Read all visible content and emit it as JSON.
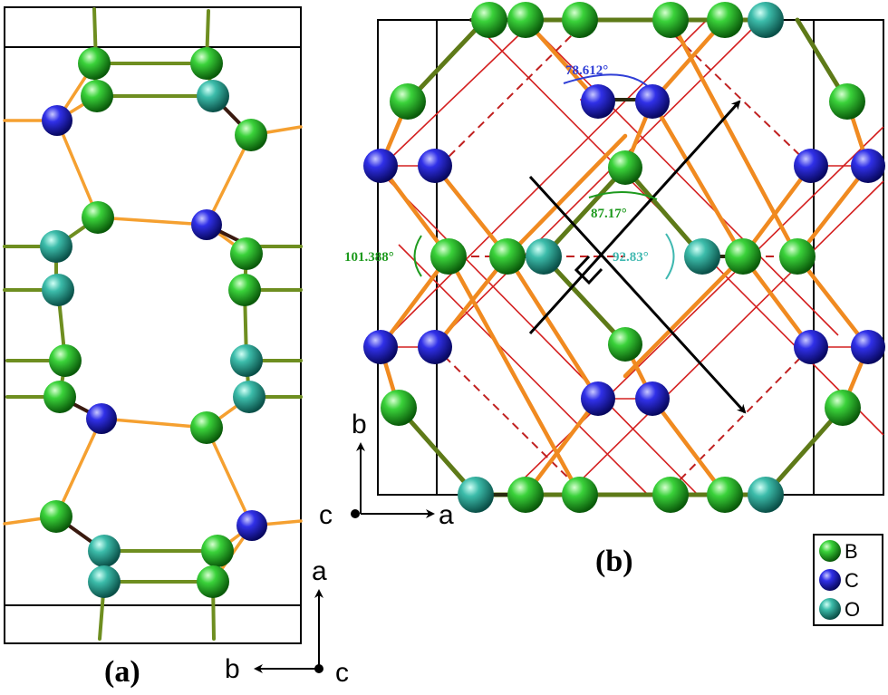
{
  "panels": {
    "a": {
      "label": "(a)",
      "axes": {
        "vertical": "a",
        "horizontal": "b",
        "out_of_plane": "c"
      }
    },
    "b": {
      "label": "(b)",
      "axes": {
        "vertical": "b",
        "horizontal": "a",
        "out_of_plane": "c"
      }
    }
  },
  "angles": [
    {
      "text": "78.612°",
      "color": "#2f3ed6"
    },
    {
      "text": "87.17°",
      "color": "#1e9a1e"
    },
    {
      "text": "101.388°",
      "color": "#1e9a1e"
    },
    {
      "text": "92.83°",
      "color": "#3fb8b0"
    }
  ],
  "legend": [
    {
      "label": "B",
      "element": "boron",
      "color": "#22c322"
    },
    {
      "label": "C",
      "element": "carbon",
      "color": "#2a2ae0"
    },
    {
      "label": "O",
      "element": "oxygen",
      "color": "#3ab7a6"
    }
  ],
  "bond_colors": {
    "orange": "#f5a030",
    "olive": "#6e8e20",
    "dark_red": "#7a1010",
    "red_line": "#d42020"
  }
}
